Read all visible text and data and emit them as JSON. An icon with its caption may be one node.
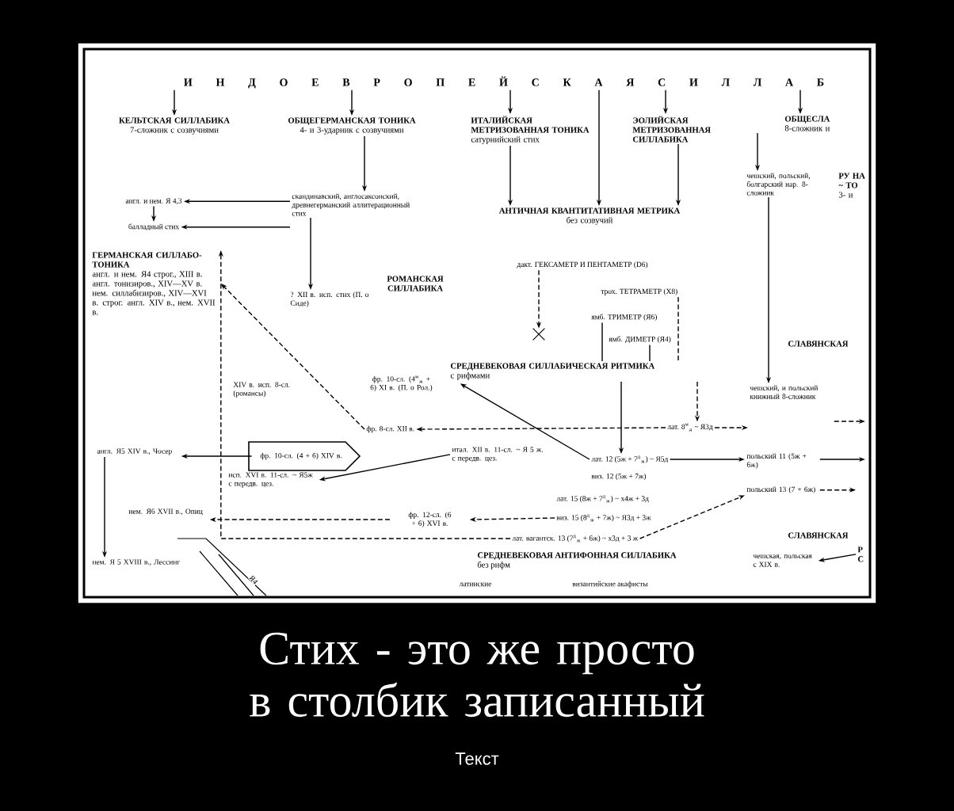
{
  "diagram": {
    "caption": "Стих - это же просто в столбик записанный",
    "nodes": [
      {
        "text": [
          "И Н Д О Е В Р О П Е Й С К А Я С И Л Л А Б"
        ]
      },
      {
        "text": [
          "КЕЛЬТСКАЯ СИЛЛАБИКА",
          "7-сложник с созвучиями"
        ]
      },
      {
        "text": [
          "ОБЩЕГЕРМАНСКАЯ ТОНИКА",
          "4- и 3-ударник с созвучиями"
        ]
      },
      {
        "text": [
          "ИТАЛИЙСКАЯ МЕТРИЗОВАННАЯ ТОНИКА",
          "сатурнийский стих"
        ]
      },
      {
        "text": [
          "ЭОЛИЙСКАЯ МЕТРИЗОВАННАЯ СИЛЛАБИКА"
        ]
      },
      {
        "text": [
          "ОБЩЕСЛА",
          "8-сложник и"
        ]
      },
      {
        "text": [
          "скандинавский, англосаксонский, древнегерманский аллитерационный стих"
        ]
      },
      {
        "text": [
          "АНТИЧНАЯ КВАНТИТАТИВНАЯ МЕТРИКА",
          "без созвучий"
        ]
      },
      {
        "text": [
          "чешский, польский, болгарский нар. 8-сложник"
        ]
      },
      {
        "text": [
          "РУ НА ~ ТО",
          "3- и"
        ]
      },
      {
        "text": [
          "англ. и нем. Я 4,3"
        ]
      },
      {
        "text": [
          "балладный стих"
        ]
      },
      {
        "text": [
          "ГЕРМАНСКАЯ СИЛЛАБО-ТОНИКА",
          "англ. и нем. Я4 строг., XIII в. англ. тонизиров., XIV—XV в. нем. силлабизиров., XIV—XVI в. строг. англ. XIV в., нем. XVII в."
        ]
      },
      {
        "text": [
          "? XII в. исп. стих (П. о Сиде)"
        ]
      },
      {
        "text": [
          "РОМАНСКАЯ СИЛЛАБИКА"
        ]
      },
      {
        "text": [
          "дакт. ГЕКСАМЕТР И ПЕНТАМЕТР (D6)"
        ]
      },
      {
        "text": [
          "трох. ТЕТРАМЕТР (X8)"
        ]
      },
      {
        "text": [
          "ямб. ТРИМЕТР (Я6)"
        ]
      },
      {
        "text": [
          "ямб. ДИМЕТР (Я4)"
        ]
      },
      {
        "text": [
          "СРЕДНЕВЕКОВАЯ СИЛЛАБИЧЕСКАЯ РИТМИКА",
          "с рифмами"
        ]
      },
      {
        "text": [
          "СЛАВЯНСКАЯ"
        ]
      },
      {
        "text": [
          "XIV в. исп. 8-сл. (романсы)"
        ]
      },
      {
        "text": [
          "фр. 10-сл. (4$^{м}$$_{ж}$ + 6) XI в. (П. о Рол.)"
        ]
      },
      {
        "text": [
          "фр. 8-сл. XII в."
        ]
      },
      {
        "text": [
          "лат. 8$^{м}$$_{д}$ ~ Я3д"
        ]
      },
      {
        "text": [
          "чешский, и польский книжный 8-сложник"
        ]
      },
      {
        "text": [
          "англ. Я5 XIV в., Чосер"
        ]
      },
      {
        "text": [
          "фр. 10-сл. (4 + 6) XIV в."
        ]
      },
      {
        "text": [
          "исп. XVI в. 11-сл. ~ Я5ж с передв. цез."
        ]
      },
      {
        "text": [
          "итал. XII в. 11-сл. ~ Я 5 ж. с передв. цез."
        ]
      },
      {
        "text": [
          "лат. 12 (5ж + 7$^{д}$$_{ж}$) ~ Я5д"
        ]
      },
      {
        "text": [
          "виз. 12 (5ж + 7ж)"
        ]
      },
      {
        "text": [
          "польский 11 (5ж + 6ж)"
        ]
      },
      {
        "text": [
          "нем. Я6 XVII в., Опиц"
        ]
      },
      {
        "text": [
          "фр. 12-сл. (6 + 6) XVI в."
        ]
      },
      {
        "text": [
          "лат. 15 (8ж + 7$^{д}$$_{ж}$) ~ х4ж + 3д"
        ]
      },
      {
        "text": [
          "виз. 15 (8$^{д}$$_{ж}$ + 7ж) ~ Я3д + 3ж"
        ]
      },
      {
        "text": [
          "польский 13 (7 + 6ж)"
        ]
      },
      {
        "text": [
          "СЛАВЯНСКАЯ"
        ]
      },
      {
        "text": [
          "лат. вагантск. 13 (7$^{д}$$_{ж}$ + 6ж) ~ х3д + 3 ж"
        ]
      },
      {
        "text": [
          "СРЕДНЕВЕКОВАЯ АНТИФОННАЯ СИЛЛАБИКА",
          "без рифм"
        ]
      },
      {
        "text": [
          "чешская, польская с XIX в."
        ]
      },
      {
        "text": [
          "нем. Я 5 XVIII в., Лессинг"
        ]
      },
      {
        "text": [
          "Р С"
        ]
      },
      {
        "text": [],
        "shape": "cross"
      }
    ],
    "edges": [
      {
        "from": 0,
        "to": 1,
        "arrow": "to"
      },
      {
        "from": 0,
        "to": 2,
        "arrow": "to"
      },
      {
        "from": 0,
        "to": 3,
        "arrow": "to"
      },
      {
        "from": 0,
        "to": 7,
        "arrow": "to"
      },
      {
        "from": 0,
        "to": 4,
        "arrow": "to"
      },
      {
        "from": 0,
        "to": 5,
        "arrow": "to"
      },
      {
        "from": 2,
        "to": 6,
        "arrow": "to"
      },
      {
        "from": 3,
        "to": 7,
        "arrow": "to"
      },
      {
        "from": 4,
        "to": 7,
        "arrow": "to"
      },
      {
        "from": 6,
        "to": 10,
        "arrow": "to"
      },
      {
        "from": 6,
        "to": 11,
        "arrow": "to"
      },
      {
        "from": 10,
        "to": 11,
        "arrow": "to"
      },
      {
        "from": 6,
        "to": 13,
        "arrow": "to"
      },
      {
        "from": 5,
        "to": 8,
        "arrow": "to"
      },
      {
        "from": 8,
        "to": 25,
        "arrow": "to"
      },
      {
        "from": 15,
        "to": 44,
        "arrow": "to",
        "style": "dashed"
      },
      {
        "from": 16,
        "to": 19,
        "arrow": "none",
        "style": "dashed"
      },
      {
        "from": 17,
        "to": 19,
        "arrow": "none"
      },
      {
        "from": 18,
        "to": 19,
        "arrow": "none"
      },
      {
        "from": 19,
        "to": 24,
        "arrow": "to",
        "style": "dashed"
      },
      {
        "from": 19,
        "to": 30,
        "arrow": "to"
      },
      {
        "from": 24,
        "to": 25,
        "arrow": "to",
        "style": "dashed"
      },
      {
        "from": 25,
        "to": null,
        "arrow": "to",
        "style": "dashed"
      },
      {
        "from": 24,
        "to": 23,
        "arrow": "to",
        "style": "dashed"
      },
      {
        "from": 30,
        "to": 32,
        "arrow": "to"
      },
      {
        "from": 32,
        "to": null,
        "arrow": "to"
      },
      {
        "from": 30,
        "to": 22,
        "arrow": "to"
      },
      {
        "from": 29,
        "to": 28,
        "arrow": "to"
      },
      {
        "from": 27,
        "to": 26,
        "arrow": "to"
      },
      {
        "from": 36,
        "to": 34,
        "arrow": "to",
        "style": "dashed"
      },
      {
        "from": 34,
        "to": 33,
        "arrow": "to",
        "style": "dashed"
      },
      {
        "from": 39,
        "to": 37,
        "arrow": "to",
        "style": "dashed"
      },
      {
        "from": 37,
        "to": null,
        "arrow": "to",
        "style": "dashed"
      },
      {
        "from": 26,
        "to": 42,
        "arrow": "to"
      },
      {
        "from": 23,
        "to": 12,
        "arrow": "to",
        "style": "dashed"
      },
      {
        "from": 39,
        "to": 12,
        "arrow": "to",
        "style": "dashed"
      },
      {
        "from": 43,
        "to": 41,
        "arrow": "to"
      }
    ],
    "labels": [
      "Я4",
      "латинские",
      "византийские акафисты",
      "Текст"
    ]
  }
}
